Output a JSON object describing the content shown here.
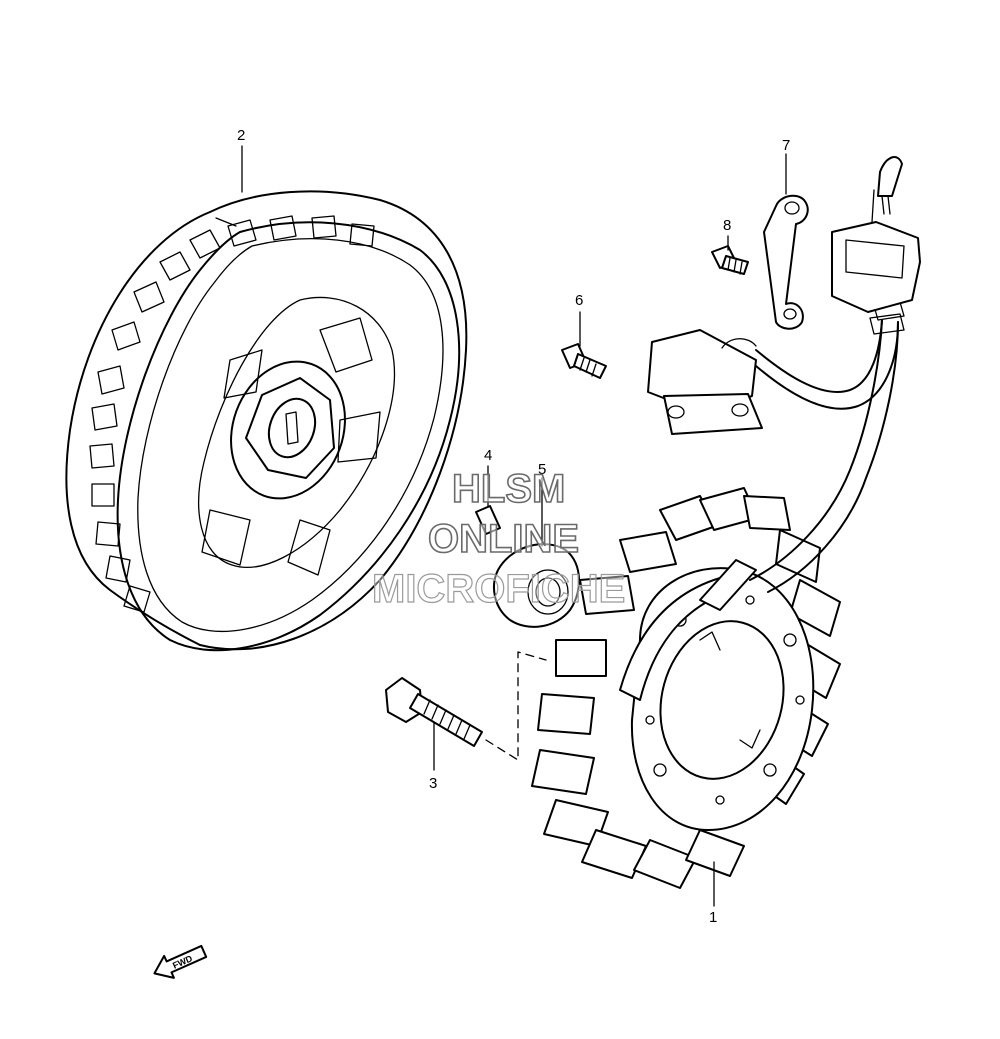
{
  "callouts": {
    "part_1": "1",
    "part_2": "2",
    "part_3": "3",
    "part_4": "4",
    "part_5": "5",
    "part_6": "6",
    "part_7": "7",
    "part_8": "8"
  },
  "watermark": {
    "line1": "HLSM",
    "line2": "ONLINE",
    "line3": "MICROFICHE"
  },
  "direction_arrow": {
    "label": "FWD"
  },
  "colors": {
    "line": "#000000",
    "background": "#ffffff",
    "watermark_outline": "#6a6a6a"
  }
}
